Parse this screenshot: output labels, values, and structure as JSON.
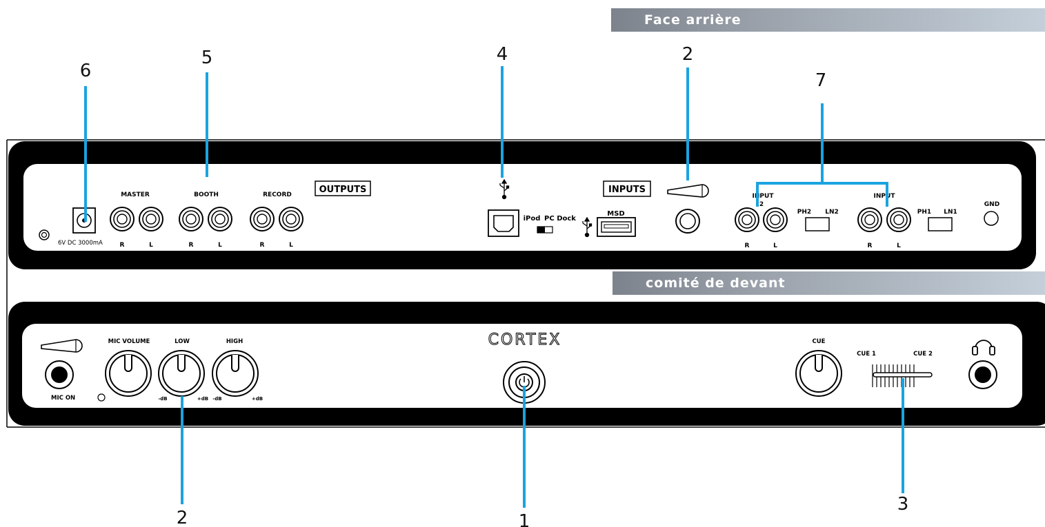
{
  "headers": {
    "rear": "Face arrière",
    "front": "comité de devant"
  },
  "callouts": {
    "c6": "6",
    "c5": "5",
    "c4": "4",
    "c2_top": "2",
    "c7": "7",
    "c2_bottom": "2",
    "c1": "1",
    "c3": "3"
  },
  "rear_panel": {
    "power_label": "6V DC 3000mA",
    "master": "MASTER",
    "booth": "BOOTH",
    "record": "RECORD",
    "outputs": "OUTPUTS",
    "inputs": "INPUTS",
    "ipod": "iPod",
    "pc_dock": "PC Dock",
    "msd": "MSD",
    "input2_label": "INPUT",
    "input2_num": "2",
    "input1_label": "INPUT",
    "ph2": "PH2",
    "ln2": "LN2",
    "ph1": "PH1",
    "ln1": "LN1",
    "gnd": "GND",
    "r": "R",
    "l": "L"
  },
  "front_panel": {
    "mic_volume": "MIC VOLUME",
    "low": "LOW",
    "high": "HIGH",
    "mic_on": "MIC ON",
    "minus_db": "-dB",
    "plus_db": "+dB",
    "brand": "CORTEX",
    "cue": "CUE",
    "cue1": "CUE 1",
    "cue2": "CUE 2"
  },
  "colors": {
    "callout_line": "#1aa3e0",
    "panel": "#000000",
    "header_start": "#7d838c",
    "header_end": "#c4cfd9"
  },
  "icons": [
    "usb-icon",
    "microphone-icon",
    "headphones-icon",
    "power-button-icon",
    "speaker-icon"
  ]
}
